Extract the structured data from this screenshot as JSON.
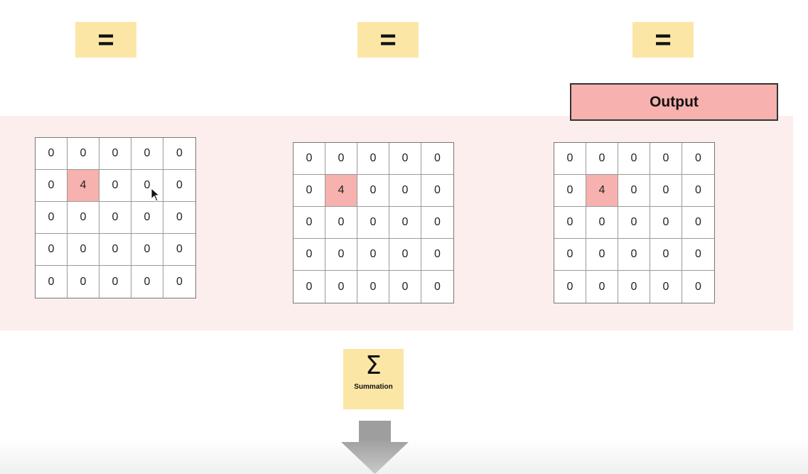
{
  "equals_boxes": [
    {
      "symbol": "="
    },
    {
      "symbol": "="
    },
    {
      "symbol": "="
    }
  ],
  "output_label": "Output",
  "grids": [
    {
      "cells": [
        [
          "0",
          "0",
          "0",
          "0",
          "0"
        ],
        [
          "0",
          "4",
          "0",
          "0",
          "0"
        ],
        [
          "0",
          "0",
          "0",
          "0",
          "0"
        ],
        [
          "0",
          "0",
          "0",
          "0",
          "0"
        ],
        [
          "0",
          "0",
          "0",
          "0",
          "0"
        ]
      ],
      "highlight": [
        1,
        1
      ]
    },
    {
      "cells": [
        [
          "0",
          "0",
          "0",
          "0",
          "0"
        ],
        [
          "0",
          "4",
          "0",
          "0",
          "0"
        ],
        [
          "0",
          "0",
          "0",
          "0",
          "0"
        ],
        [
          "0",
          "0",
          "0",
          "0",
          "0"
        ],
        [
          "0",
          "0",
          "0",
          "0",
          "0"
        ]
      ],
      "highlight": [
        1,
        1
      ]
    },
    {
      "cells": [
        [
          "0",
          "0",
          "0",
          "0",
          "0"
        ],
        [
          "0",
          "4",
          "0",
          "0",
          "0"
        ],
        [
          "0",
          "0",
          "0",
          "0",
          "0"
        ],
        [
          "0",
          "0",
          "0",
          "0",
          "0"
        ],
        [
          "0",
          "0",
          "0",
          "0",
          "0"
        ]
      ],
      "highlight": [
        1,
        1
      ]
    }
  ],
  "summation": {
    "symbol": "Σ",
    "label": "Summation"
  },
  "colors": {
    "band": "#fdeeee",
    "yellow_box": "#fbe6a6",
    "highlight": "#f7b1ae",
    "arrow": "#9e9e9e"
  },
  "icons": {
    "cursor": "mouse-pointer-icon",
    "arrow": "arrow-down-icon"
  }
}
